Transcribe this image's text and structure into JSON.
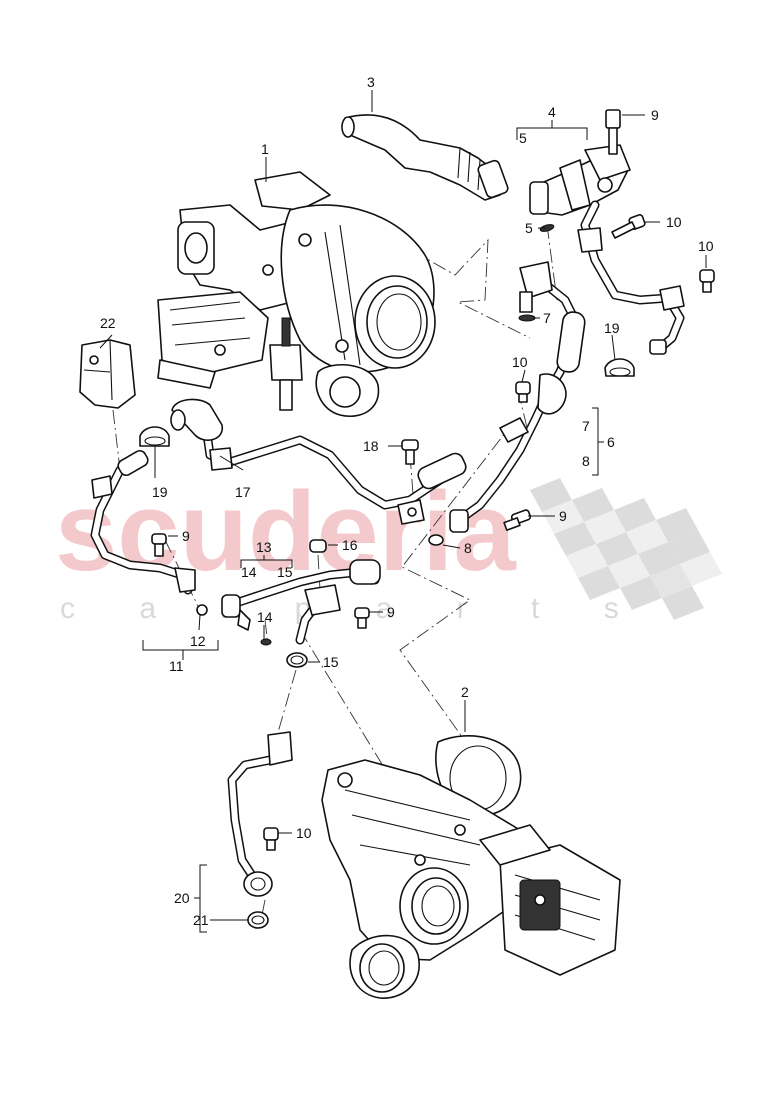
{
  "watermark": {
    "brand": "scuderia",
    "sub": "c a r p a r t s"
  },
  "callouts": {
    "c1": "1",
    "c2": "2",
    "c3": "3",
    "c4": "4",
    "c5a": "5",
    "c5b": "5",
    "c6": "6",
    "c7a": "7",
    "c7b": "7",
    "c8a": "8",
    "c8b": "8",
    "c9a": "9",
    "c9b": "9",
    "c9c": "9",
    "c9d": "9",
    "c10a": "10",
    "c10b": "10",
    "c10c": "10",
    "c10d": "10",
    "c11": "11",
    "c12": "12",
    "c13": "13",
    "c14a": "14",
    "c14b": "14",
    "c15a": "15",
    "c15b": "15",
    "c16": "16",
    "c17": "17",
    "c18": "18",
    "c19a": "19",
    "c19b": "19",
    "c20": "20",
    "c21": "21",
    "c22": "22"
  },
  "checker_color": "#d6d6d6",
  "watermark_color": "#f3c9cc"
}
